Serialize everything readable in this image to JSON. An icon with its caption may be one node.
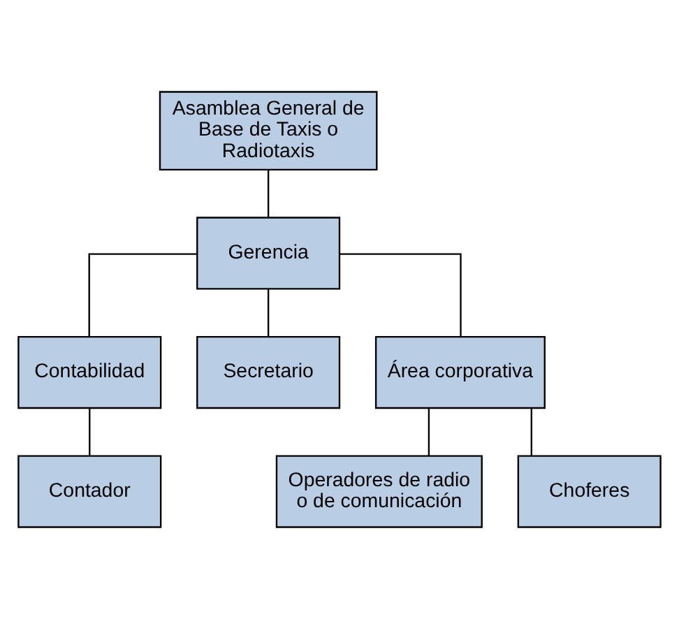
{
  "diagram": {
    "nodes": [
      {
        "text": [
          "Asamblea General de Base de Taxis o Radiotaxis"
        ]
      },
      {
        "text": [
          "Gerencia"
        ]
      },
      {
        "text": [
          "Contabilidad"
        ]
      },
      {
        "text": [
          "Secretario"
        ]
      },
      {
        "text": [
          "Área corporativa"
        ]
      },
      {
        "text": [
          "Contador"
        ]
      },
      {
        "text": [
          "Operadores de radio o de comunicación"
        ]
      },
      {
        "text": [
          "Choferes"
        ]
      }
    ],
    "edges": [
      {
        "from": 0,
        "to": 1,
        "arrow": "none"
      },
      {
        "from": 1,
        "to": 2,
        "arrow": "none"
      },
      {
        "from": 1,
        "to": 3,
        "arrow": "none"
      },
      {
        "from": 1,
        "to": 4,
        "arrow": "none"
      },
      {
        "from": 2,
        "to": 5,
        "arrow": "none"
      },
      {
        "from": 4,
        "to": 6,
        "arrow": "none"
      },
      {
        "from": 4,
        "to": 7,
        "arrow": "none"
      }
    ]
  }
}
